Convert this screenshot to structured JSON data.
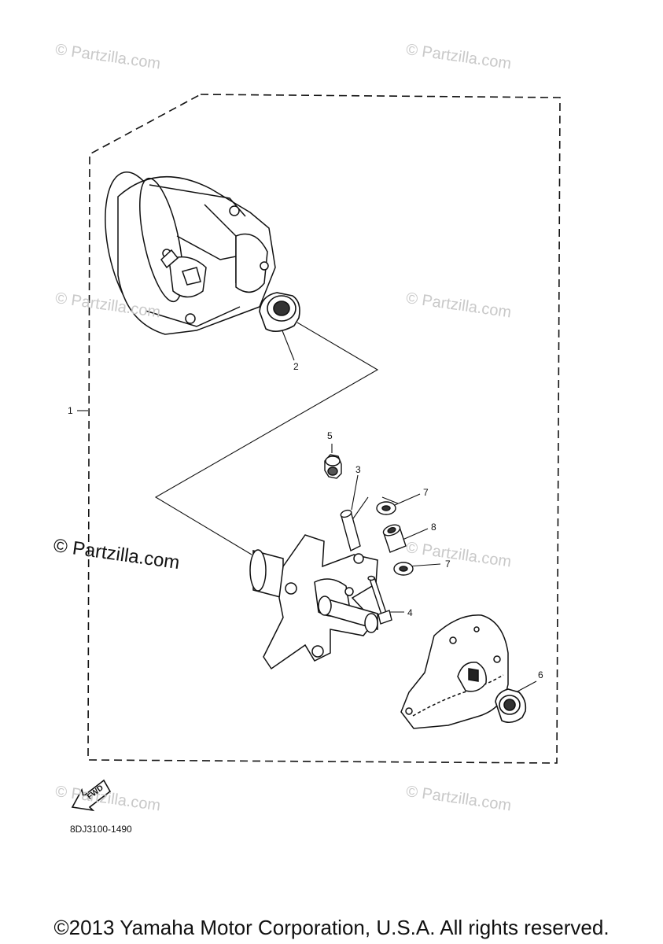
{
  "callouts": {
    "c1": "1",
    "c2": "2",
    "c3": "3",
    "c4": "4",
    "c5": "5",
    "c6": "6",
    "c7a": "7",
    "c7b": "7",
    "c8": "8"
  },
  "watermark": "© Partzilla.com",
  "fwd_label": "FWD",
  "diagram_code": "8DJ3100-1490",
  "copyright": "©2013 Yamaha Motor Corporation, U.S.A. All rights reserved."
}
